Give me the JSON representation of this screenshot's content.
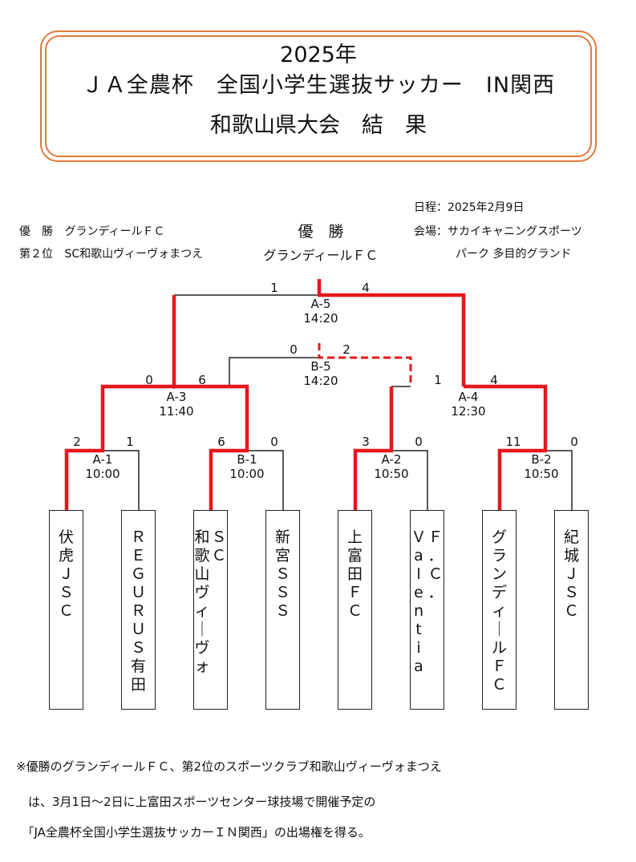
{
  "header": {
    "year": "2025年",
    "title": "ＪＡ全農杯　全国小学生選抜サッカー　IN関西",
    "subtitle": "和歌山県大会　結　果"
  },
  "info": {
    "winner_label": "優　勝",
    "winner": "グランディールＦＣ",
    "second_label": "第２位",
    "second": "SC和歌山ヴィーヴォまつえ",
    "center_label": "優　勝",
    "center_team": "グランディールＦＣ",
    "date": "日程：2025年2月9日",
    "venue1": "会場：サカイキャニングスポーツ",
    "venue2": "パーク 多目的グランド"
  },
  "matches": [
    {
      "id": "A-1",
      "time": "10:00",
      "left": "2",
      "right": "1"
    },
    {
      "id": "B-1",
      "time": "10:00",
      "left": "6",
      "right": "0"
    },
    {
      "id": "A-2",
      "time": "10:50",
      "left": "3",
      "right": "0"
    },
    {
      "id": "B-2",
      "time": "10:50",
      "left": "11",
      "right": "0"
    },
    {
      "id": "A-3",
      "time": "11:40",
      "left": "0",
      "right": "6"
    },
    {
      "id": "A-4",
      "time": "12:30",
      "left": "1",
      "right": "4"
    },
    {
      "id": "B-5",
      "time": "14:20",
      "left": "0",
      "right": "2"
    },
    {
      "id": "A-5",
      "time": "14:20",
      "left": "1",
      "right": "4"
    }
  ],
  "teams": [
    {
      "name": "伏虎ＪＳＣ",
      "cols": [
        [
          "伏",
          "虎",
          "Ｊ",
          "Ｓ",
          "Ｃ"
        ]
      ]
    },
    {
      "name": "ＲＥＧＵＲＵＳ有田",
      "cols": [
        [
          "Ｒ",
          "Ｅ",
          "Ｇ",
          "Ｕ",
          "Ｒ",
          "Ｕ",
          "Ｓ",
          "有",
          "田"
        ]
      ]
    },
    {
      "name": "SC和歌山ヴィーヴォ",
      "cols": [
        [
          "Ｓ",
          "Ｃ"
        ],
        [
          "和",
          "歌",
          "山",
          "ヴ",
          "ィ",
          "｜",
          "ヴ",
          "ォ"
        ]
      ]
    },
    {
      "name": "新宮ＳＳＳ",
      "cols": [
        [
          "新",
          "宮",
          "Ｓ",
          "Ｓ",
          "Ｓ"
        ]
      ]
    },
    {
      "name": "上富田ＦＣ",
      "cols": [
        [
          "上",
          "富",
          "田",
          "Ｆ",
          "Ｃ"
        ]
      ]
    },
    {
      "name": "F.C.Valentia",
      "cols": [
        [
          "Ｆ",
          "．",
          "Ｃ",
          "．"
        ],
        [
          "Ｖ",
          "a",
          "l",
          "e",
          "n",
          "t",
          "i",
          "a"
        ]
      ]
    },
    {
      "name": "グランディールＦＣ",
      "cols": [
        [
          "グ",
          "ラ",
          "ン",
          "デ",
          "ィ",
          "｜",
          "ル",
          "Ｆ",
          "Ｃ"
        ]
      ]
    },
    {
      "name": "紀城ＪＳＣ",
      "cols": [
        [
          "紀",
          "城",
          "Ｊ",
          "Ｓ",
          "Ｃ"
        ]
      ]
    }
  ],
  "notes": [
    "※優勝のグランディールＦＣ、第2位のスポーツクラブ和歌山ヴィーヴォまつえ",
    "　は、3月1日～2日に上富田スポーツセンター球技場で開催予定の",
    "　「JA全農杯全国小学生選抜サッカーＩＮ関西」の出場権を得る。"
  ],
  "colors": {
    "border": "#e07a3c",
    "win_line": "#e8161b",
    "line": "#222222"
  }
}
